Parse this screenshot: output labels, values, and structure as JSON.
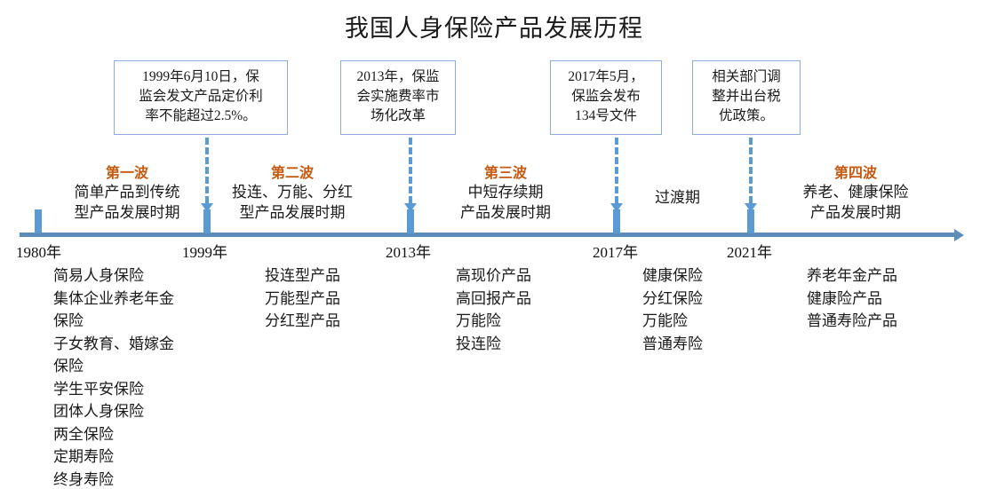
{
  "title": "我国人身保险产品发展历程",
  "callouts": [
    {
      "name": "callout-1999",
      "lines": [
        "1999年6月10日，保",
        "监会发文产品定价利",
        "率不能超过2.5%。"
      ]
    },
    {
      "name": "callout-2013",
      "lines": [
        "2013年，保监",
        "会实施费率市",
        "场化改革"
      ]
    },
    {
      "name": "callout-2017",
      "lines": [
        "2017年5月，",
        "保监会发布",
        "134号文件"
      ]
    },
    {
      "name": "callout-2021",
      "lines": [
        "相关部门调",
        "整并出台税",
        "优政策。"
      ]
    }
  ],
  "axis": {
    "years": [
      "1980年",
      "1999年",
      "2013年",
      "2017年",
      "2021年"
    ]
  },
  "phases": [
    {
      "title": "第一波",
      "desc": [
        "简单产品到传统",
        "型产品发展时期"
      ]
    },
    {
      "title": "第二波",
      "desc": [
        "投连、万能、分红",
        "型产品发展时期"
      ]
    },
    {
      "title": "第三波",
      "desc": [
        "中短存续期",
        "产品发展时期"
      ]
    },
    {
      "title": "第四波",
      "desc": [
        "养老、健康保险",
        "产品发展时期"
      ]
    }
  ],
  "interim_label": "过渡期",
  "product_lists": [
    {
      "items": [
        "简易人身保险",
        "集体企业养老年金",
        "保险",
        "子女教育、婚嫁金",
        "保险",
        "学生平安保险",
        "团体人身保险",
        "两全保险",
        "定期寿险",
        "终身寿险"
      ]
    },
    {
      "items": [
        "投连型产品",
        "万能型产品",
        "分红型产品"
      ]
    },
    {
      "items": [
        "高现价产品",
        "高回报产品",
        "万能险",
        "投连险"
      ]
    },
    {
      "items": [
        "健康保险",
        "分红保险",
        "万能险",
        "普通寿险"
      ]
    },
    {
      "items": [
        "养老年金产品",
        "健康险产品",
        "普通寿险产品"
      ]
    }
  ],
  "colors": {
    "accent_orange": "#c55a11",
    "axis_blue": "#5b8db8",
    "connector_blue": "#5b9bd5",
    "callout_border": "#8faadc"
  }
}
